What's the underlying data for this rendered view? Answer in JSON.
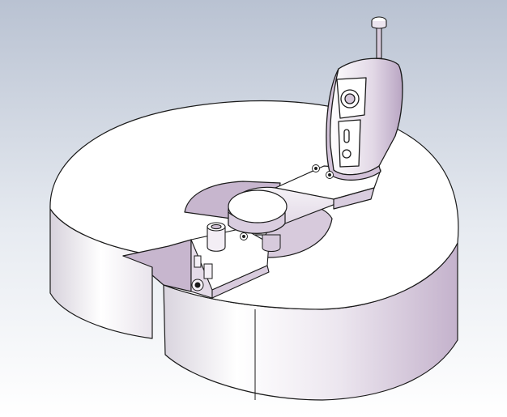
{
  "viewport": {
    "background_top": "#b9c2d2",
    "background_bottom": "#ffffff"
  },
  "model": {
    "body_color": "#ffffff",
    "shadow_color": "#c7b6ce",
    "edge_color": "#1a1a1a",
    "parts": [
      "c-shaped-base",
      "base-notch",
      "electronics-box",
      "lower-arm",
      "upper-arm",
      "end-effector-housing",
      "tool-spindle",
      "connector-ports",
      "mounting-screws"
    ]
  }
}
